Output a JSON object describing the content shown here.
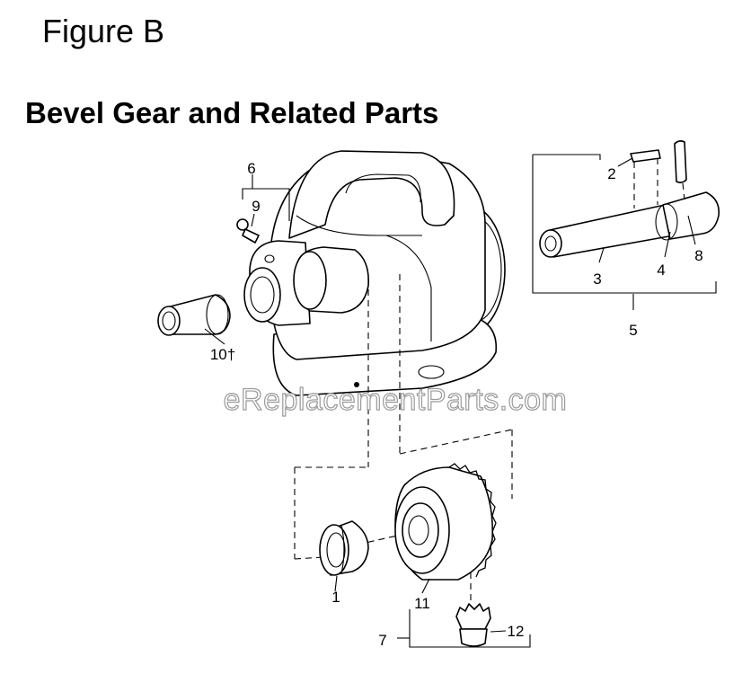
{
  "figure_label": "Figure B",
  "section_title": "Bevel Gear and Related Parts",
  "watermark": "eReplacementParts.com",
  "callouts": {
    "c1": "1",
    "c2": "2",
    "c3": "3",
    "c4": "4",
    "c5": "5",
    "c6": "6",
    "c7": "7",
    "c8": "8",
    "c9": "9",
    "c10": "10†",
    "c11": "11",
    "c12": "12"
  }
}
